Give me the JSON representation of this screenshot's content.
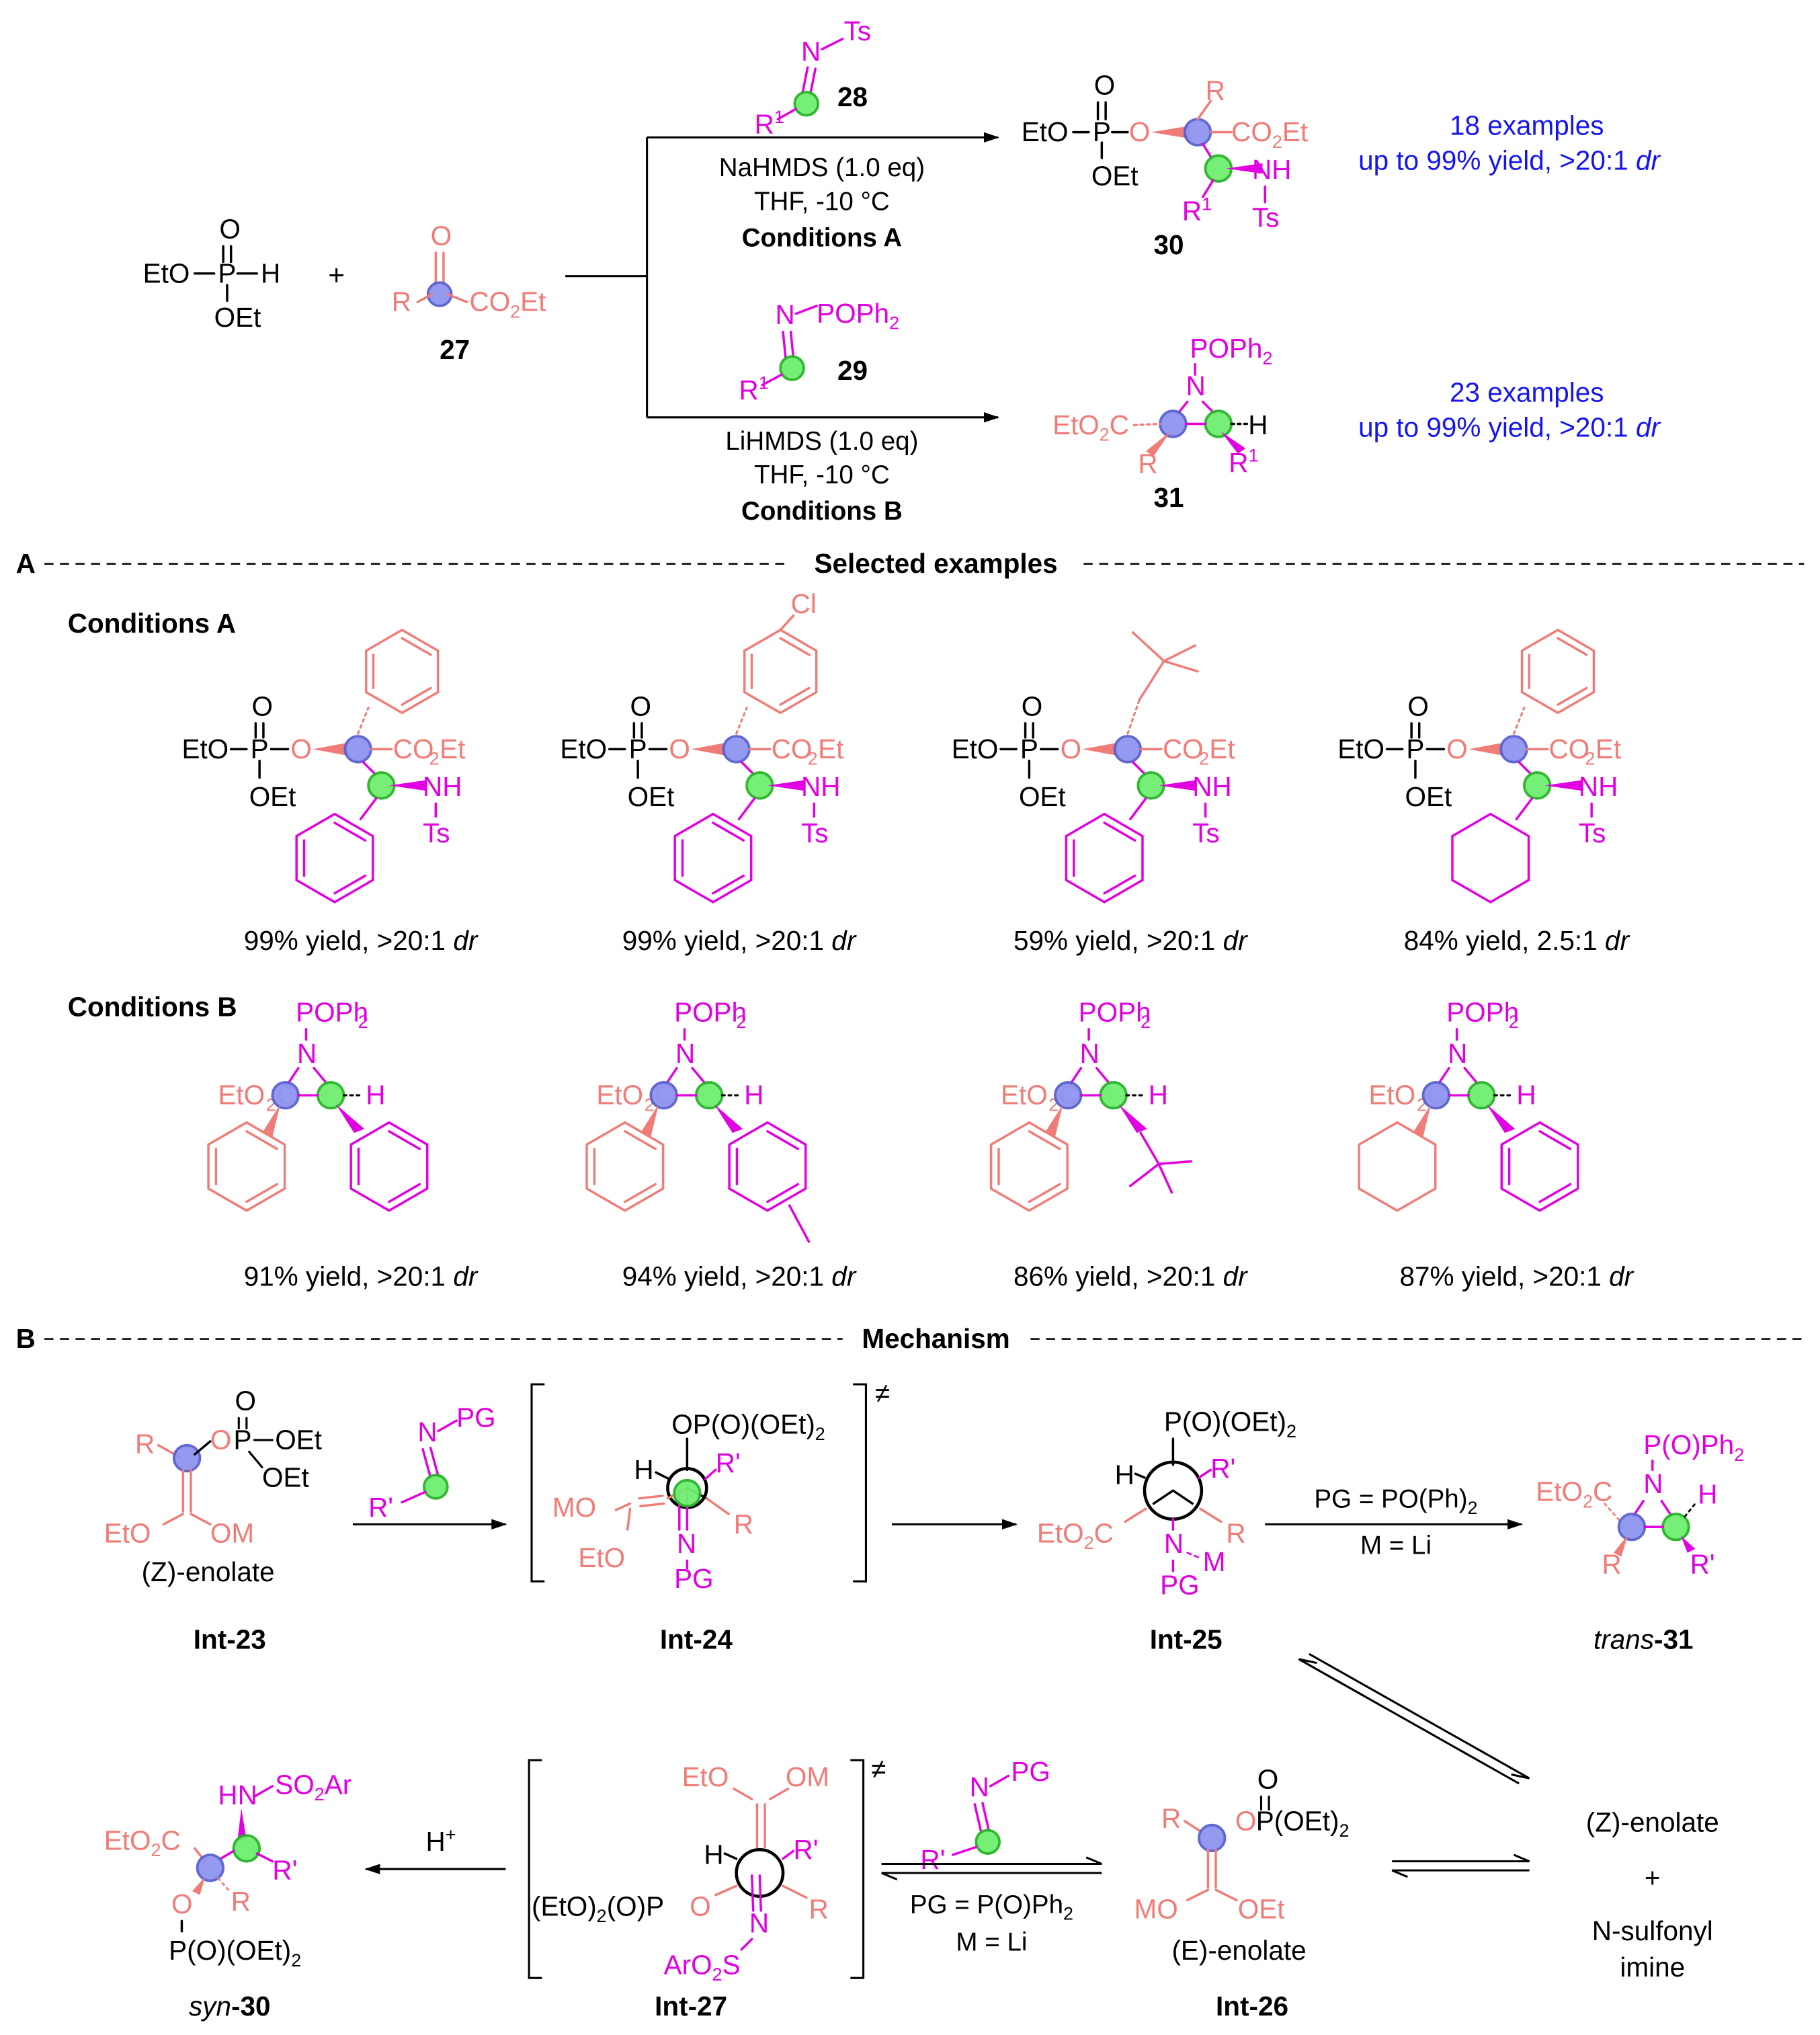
{
  "reagents": {
    "phosphite": "EtO–P(O)(H)–OEt",
    "ketoester_number": "27",
    "imine_a_number": "28",
    "imine_b_number": "29",
    "ts": "Ts",
    "popph2": "POPh2"
  },
  "conditions": {
    "a": {
      "base": "NaHMDS (1.0 eq)",
      "solvent": "THF, -10 °C",
      "label": "Conditions A"
    },
    "b": {
      "base": "LiHMDS (1.0 eq)",
      "solvent": "THF, -10 °C",
      "label": "Conditions B"
    }
  },
  "products": {
    "p30": {
      "number": "30",
      "summary_1": "18 examples",
      "summary_2": "up to 99% yield, >20:1",
      "dr": "dr"
    },
    "p31": {
      "number": "31",
      "summary_1": "23 examples",
      "summary_2": "up to 99% yield, >20:1",
      "dr": "dr"
    }
  },
  "section_a": {
    "letter": "A",
    "title": "Selected examples",
    "cond_a_label": "Conditions A",
    "cond_b_label": "Conditions B",
    "yields_a": [
      "99% yield, >20:1",
      "99% yield, >20:1",
      "59% yield, >20:1",
      "84% yield, 2.5:1"
    ],
    "yields_b": [
      "91% yield, >20:1",
      "94% yield, >20:1",
      "86% yield, >20:1",
      "87% yield, >20:1"
    ],
    "dr": "dr"
  },
  "section_b": {
    "letter": "B",
    "title": "Mechanism",
    "int23": "Int-23",
    "int24": "Int-24",
    "int25": "Int-25",
    "int26": "Int-26",
    "int27": "Int-27",
    "trans31_prefix": "trans",
    "trans31_num": "-31",
    "syn30_prefix": "syn",
    "syn30_num": "-30",
    "z_enolate": "(Z)-enolate",
    "e_enolate": "(E)-enolate",
    "cond_pg1": "PG = PO(Ph)2",
    "cond_m1": "M = Li",
    "cond_pg2": "PG = P(O)Ph2",
    "cond_m2": "M = Li",
    "proton": "H+",
    "plus": "+",
    "sulfonyl_1": "N-sulfonyl",
    "sulfonyl_2": "imine"
  },
  "colors": {
    "substrate": "#F07C78",
    "imine": "#E100E1",
    "summary": "#1515F0",
    "blue_dot": "#8E95F0",
    "green_dot": "#6FEF6F"
  }
}
